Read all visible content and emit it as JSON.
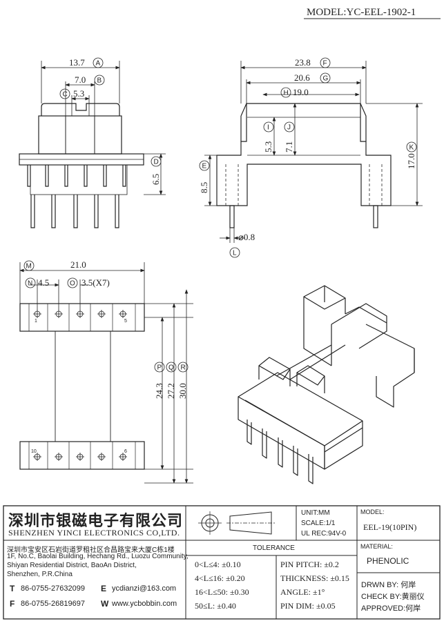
{
  "model_title": "MODEL:YC-EEL-1902-1",
  "dims": {
    "A": {
      "letter": "A",
      "value": "13.7"
    },
    "B": {
      "letter": "B",
      "value": "7.0"
    },
    "C": {
      "letter": "C",
      "value": "5.3"
    },
    "D": {
      "letter": "D",
      "value": "6.5"
    },
    "E": {
      "letter": "E",
      "value": "8.5"
    },
    "F": {
      "letter": "F",
      "value": "23.8"
    },
    "G": {
      "letter": "G",
      "value": "20.6"
    },
    "H": {
      "letter": "H",
      "value": "19.0"
    },
    "I": {
      "letter": "I",
      "value": "5.3"
    },
    "J": {
      "letter": "J",
      "value": "7.1"
    },
    "K": {
      "letter": "K",
      "value": "17.0"
    },
    "L": {
      "letter": "L",
      "value": "⌀0.8"
    },
    "M": {
      "letter": "M",
      "value": "21.0"
    },
    "N": {
      "letter": "N",
      "value": "4.5"
    },
    "O": {
      "letter": "O",
      "value": "3.5(X7)"
    },
    "P": {
      "letter": "P",
      "value": "24.3"
    },
    "Q": {
      "letter": "Q",
      "value": "27.2"
    },
    "R": {
      "letter": "R",
      "value": "30.0"
    }
  },
  "pin_labels": {
    "p1": "1",
    "p5": "5",
    "p10": "10",
    "p6": "6"
  },
  "company": {
    "name_cn": "深圳市银磁电子有限公司",
    "name_en": "SHENZHEN YINCI ELECTRONICS CO,LTD.",
    "addr_cn": "深圳市宝安区石岩街道罗租社区合昌路宝来大厦C栋1楼",
    "addr_en1": "1F, No.C, Baolai Building, Hechang Rd., Luozu Community,",
    "addr_en2": "Shiyan Residential District, BaoAn District,",
    "addr_en3": "Shenzhen, P.R.China",
    "tel_key": "T",
    "tel": "86-0755-27632099",
    "fax_key": "F",
    "fax": "86-0755-26819697",
    "email_key": "E",
    "email": "ycdianzi@163.com",
    "web_key": "W",
    "web": "www.ycbobbin.com"
  },
  "units": {
    "unit": "UNIT:MM",
    "scale": "SCALE:1/1",
    "ul": "UL REC:94V-0"
  },
  "tolerance": {
    "title": "TOLERANCE",
    "left": [
      "0<L≤4: ±0.10",
      "4<L≤16: ±0.20",
      "16<L≤50: ±0.30",
      "50≤L: ±0.40"
    ],
    "right": [
      "PIN PITCH: ±0.2",
      "THICKNESS: ±0.15",
      "ANGLE: ±1°",
      "PIN DIM: ±0.05"
    ]
  },
  "model": {
    "label": "MODEL:",
    "value": "EEL-19(10PIN)"
  },
  "material": {
    "label": "MATERIAL:",
    "value": "PHENOLIC"
  },
  "approval": {
    "drawn": "DRWN BY: 何岸",
    "check": "CHECK BY:黄丽仪",
    "approved": "APPROVED:何岸"
  }
}
